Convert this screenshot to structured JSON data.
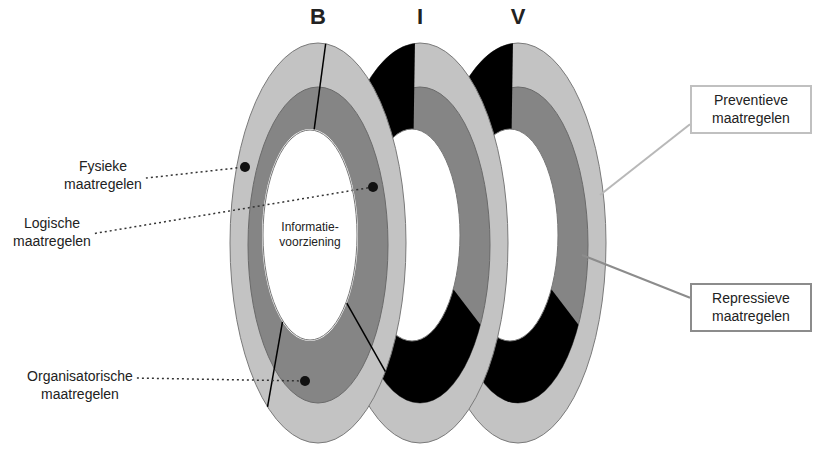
{
  "diagram": {
    "nodes": [
      {
        "text": [
          "Informatie- voorziening"
        ]
      },
      {
        "text": [
          "Preventieve maatregelen"
        ]
      },
      {
        "text": [
          "Repressieve maatregelen"
        ]
      }
    ],
    "labels": [
      "B",
      "I",
      "V",
      "Fysieke maatregelen",
      "Logische maatregelen",
      "Organisatorische maatregelen"
    ]
  }
}
